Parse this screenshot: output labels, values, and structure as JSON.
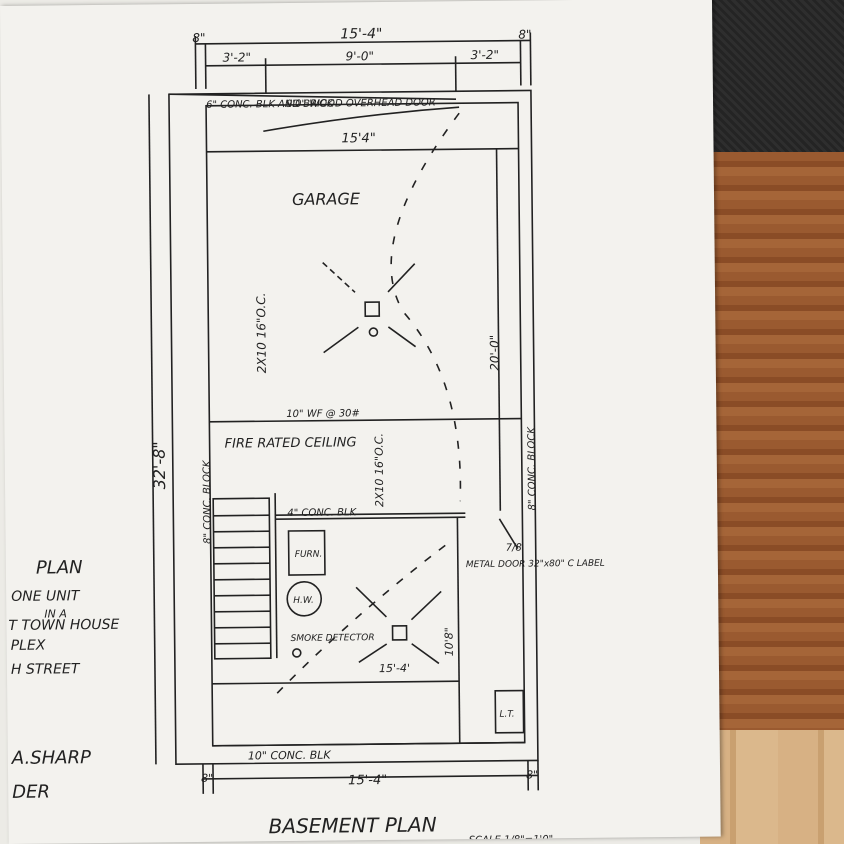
{
  "drawing": {
    "title": "BASEMENT PLAN",
    "scale": "SCALE 1/8\"=1'0\"",
    "room_garage": "GARAGE",
    "joists_upper": "2X10 16\"O.C.",
    "joists_lower": "2X10 16\"O.C.",
    "fire_ceiling": "FIRE RATED CEILING",
    "beam": "10\" WF @ 30#",
    "wall_overhead": "6\" CONC. BLK AND BRICK",
    "overhead_door": "9'0\" WOOD OVERHEAD DOOR",
    "foundation_left": "8\" CONC. BLOCK",
    "foundation_right": "8\" CONC. BLOCK",
    "interior_wall": "4\" CONC. BLK",
    "bottom_wall": "10\" CONC. BLK",
    "metal_door": "METAL DOOR 32\"x80\" C LABEL",
    "metal_door_tag": "7/8",
    "furnace": "FURN.",
    "water_heater": "H.W.",
    "smoke_detector": "SMOKE DETECTOR",
    "laundry_tub": "L.T."
  },
  "dimensions": {
    "top_total": "15'-4\"",
    "top_left_corner": "8\"",
    "top_right_corner": "8\"",
    "top_left_segment": "3'-2\"",
    "top_mid_segment": "9'-0\"",
    "top_right_segment": "3'-2\"",
    "garage_width": "15'4\"",
    "garage_depth": "20'-0\"",
    "overall_depth": "32'-8\"",
    "basement_depth": "10'8\"",
    "basement_width": "15'-4'",
    "bottom_total": "15'-4\"",
    "bottom_left_corner": "8\"",
    "bottom_right_corner": "8\""
  },
  "legend_fragments": {
    "plan": "PLAN",
    "line1": "ONE UNIT",
    "line2": "IN A",
    "line3": "T TOWN HOUSE",
    "line4": "PLEX",
    "line5": "H STREET",
    "line6": "A.SHARP",
    "line7": "DER"
  }
}
